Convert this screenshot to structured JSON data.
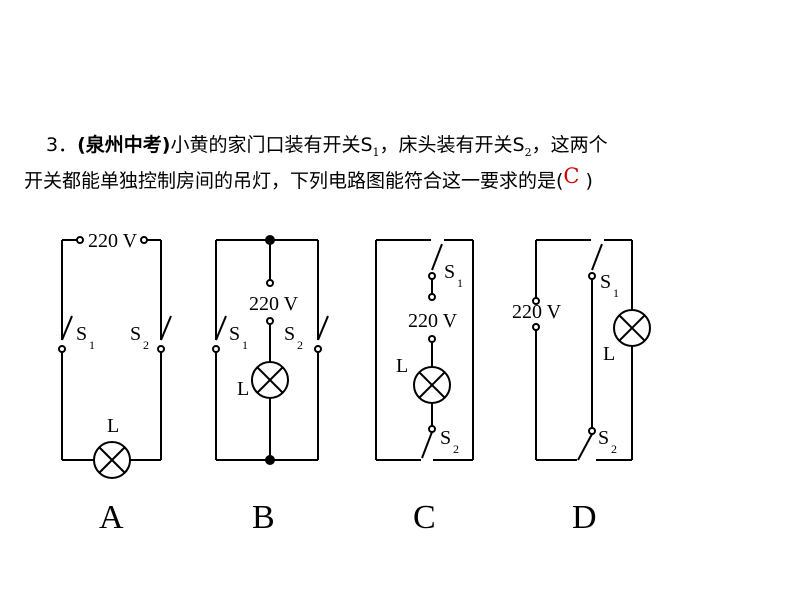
{
  "question": {
    "number": "3．",
    "source": "(泉州中考)",
    "line1_text": "小黄的家门口装有开关S",
    "s1_sub": "1",
    "line1_mid": "，床头装有开关S",
    "s2_sub": "2",
    "line1_end": "，这两个",
    "line2_text": "开关都能单独控制房间的吊灯，下列电路图能符合这一要求的是(",
    "answer": "C",
    "line2_end": " )"
  },
  "diagrams": [
    {
      "caption": "A",
      "voltage": "220 V",
      "lamp": "L",
      "s1": "S",
      "s1_sub": "1",
      "s2": "S",
      "s2_sub": "2"
    },
    {
      "caption": "B",
      "voltage": "220 V",
      "lamp": "L",
      "s1": "S",
      "s1_sub": "1",
      "s2": "S",
      "s2_sub": "2"
    },
    {
      "caption": "C",
      "voltage": "220 V",
      "lamp": "L",
      "s1": "S",
      "s1_sub": "1",
      "s2": "S",
      "s2_sub": "2"
    },
    {
      "caption": "D",
      "voltage": "220 V",
      "lamp": "L",
      "s1": "S",
      "s1_sub": "1",
      "s2": "S",
      "s2_sub": "2"
    }
  ]
}
